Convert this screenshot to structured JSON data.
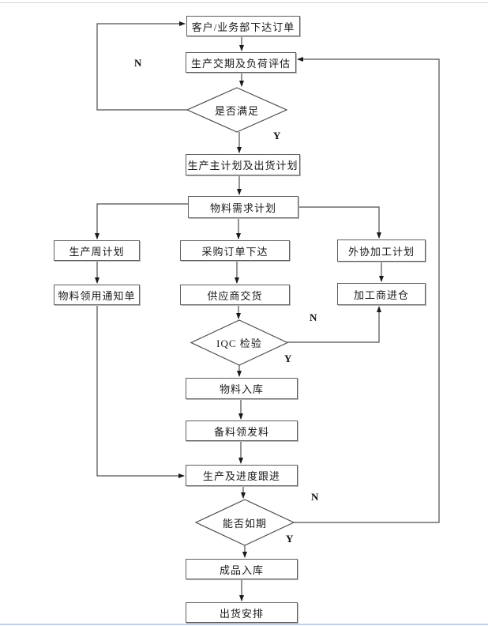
{
  "diagram": {
    "type": "flowchart",
    "language": "zh-CN",
    "description": "Production planning and material control flow"
  },
  "nodes": {
    "order": {
      "label": "客户/业务部下达订单",
      "type": "process"
    },
    "eval": {
      "label": "生产交期及负荷评估",
      "type": "process"
    },
    "satisfied": {
      "label": "是否满足",
      "type": "decision"
    },
    "master_plan": {
      "label": "生产主计划及出货计划",
      "type": "process"
    },
    "mrp": {
      "label": "物料需求计划",
      "type": "process"
    },
    "weekly_plan": {
      "label": "生产周计划",
      "type": "process"
    },
    "purchase_order": {
      "label": "采购订单下达",
      "type": "process"
    },
    "outsource_plan": {
      "label": "外协加工计划",
      "type": "process"
    },
    "material_notice": {
      "label": "物料领用通知单",
      "type": "process"
    },
    "supplier_delivery": {
      "label": "供应商交货",
      "type": "process"
    },
    "processor_inbound": {
      "label": "加工商进仓",
      "type": "process"
    },
    "iqc": {
      "label": "IQC 检验",
      "type": "decision"
    },
    "material_inbound": {
      "label": "物料入库",
      "type": "process"
    },
    "material_prep": {
      "label": "备料领发料",
      "type": "process"
    },
    "production_follow": {
      "label": "生产及进度跟进",
      "type": "process"
    },
    "on_schedule": {
      "label": "能否如期",
      "type": "decision"
    },
    "finished_inbound": {
      "label": "成品入库",
      "type": "process"
    },
    "shipping": {
      "label": "出货安排",
      "type": "process"
    }
  },
  "branch_labels": {
    "satisfied_no": "N",
    "satisfied_yes": "Y",
    "iqc_no": "N",
    "iqc_yes": "Y",
    "on_schedule_no": "N",
    "on_schedule_yes": "Y"
  },
  "edges": [
    {
      "from": "order",
      "to": "eval",
      "label": ""
    },
    {
      "from": "eval",
      "to": "satisfied",
      "label": ""
    },
    {
      "from": "satisfied",
      "to": "order",
      "label": "N"
    },
    {
      "from": "satisfied",
      "to": "master_plan",
      "label": "Y"
    },
    {
      "from": "master_plan",
      "to": "mrp",
      "label": ""
    },
    {
      "from": "mrp",
      "to": "weekly_plan",
      "label": ""
    },
    {
      "from": "mrp",
      "to": "purchase_order",
      "label": ""
    },
    {
      "from": "mrp",
      "to": "outsource_plan",
      "label": ""
    },
    {
      "from": "weekly_plan",
      "to": "material_notice",
      "label": ""
    },
    {
      "from": "purchase_order",
      "to": "supplier_delivery",
      "label": ""
    },
    {
      "from": "outsource_plan",
      "to": "processor_inbound",
      "label": ""
    },
    {
      "from": "supplier_delivery",
      "to": "iqc",
      "label": ""
    },
    {
      "from": "iqc",
      "to": "processor_inbound",
      "label": "N"
    },
    {
      "from": "iqc",
      "to": "material_inbound",
      "label": "Y"
    },
    {
      "from": "material_inbound",
      "to": "material_prep",
      "label": ""
    },
    {
      "from": "material_prep",
      "to": "production_follow",
      "label": ""
    },
    {
      "from": "material_notice",
      "to": "production_follow",
      "label": ""
    },
    {
      "from": "production_follow",
      "to": "on_schedule",
      "label": ""
    },
    {
      "from": "on_schedule",
      "to": "eval",
      "label": "N"
    },
    {
      "from": "on_schedule",
      "to": "finished_inbound",
      "label": "Y"
    },
    {
      "from": "finished_inbound",
      "to": "shipping",
      "label": ""
    }
  ],
  "colors": {
    "background": "#ffffff",
    "line": "#4d4d4d",
    "arrowhead": "#1a1a1a",
    "node_border": "#5f5f5f",
    "page_edge_top": "#d4d4d4",
    "page_edge_bottom": "#bfcfe4"
  }
}
